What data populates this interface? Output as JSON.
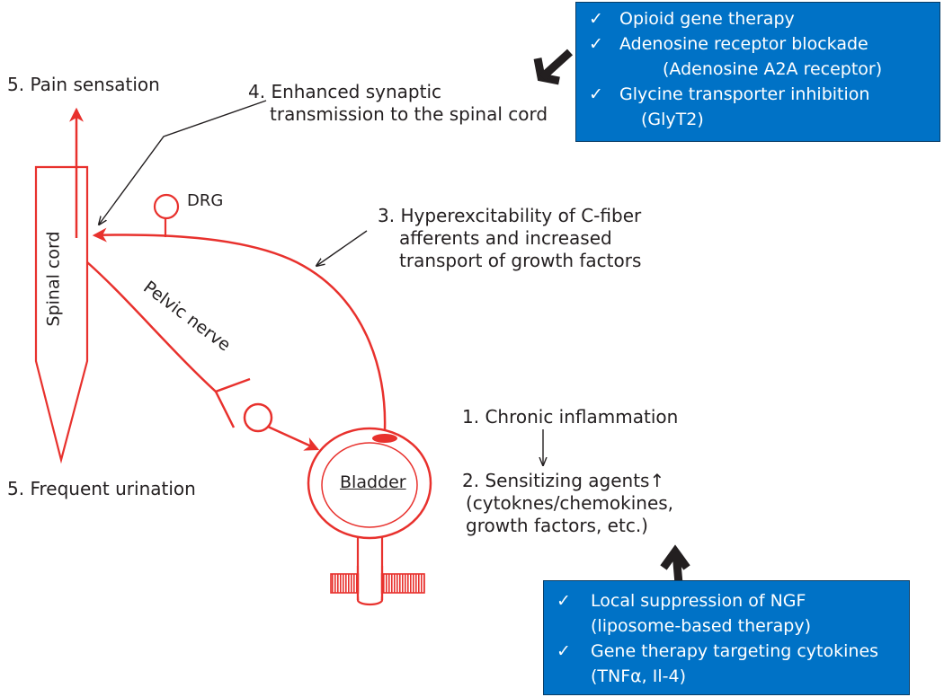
{
  "labels": {
    "pain_sensation": "5. Pain sensation",
    "enhanced_line1": "4. Enhanced synaptic",
    "enhanced_line2": "transmission to the spinal cord",
    "drg": "DRG",
    "hyper_line1": "3. Hyperexcitability of C-fiber",
    "hyper_line2": "afferents and increased",
    "hyper_line3": "transport of growth factors",
    "spinal_cord": "Spinal cord",
    "pelvic_nerve": "Pelvic nerve",
    "chronic_inflammation": "1. Chronic inflammation",
    "sensitizing_line1": "2. Sensitizing agents↑",
    "sensitizing_line2": "(cytoknes/chemokines,",
    "sensitizing_line3": "growth factors, etc.)",
    "bladder": "Bladder",
    "frequent_urination": "5. Frequent urination"
  },
  "top_box": {
    "check": "✓",
    "items": [
      "Opioid gene therapy",
      "Adenosine receptor blockade",
      "(Adenosine A2A receptor)",
      "Glycine transporter inhibition",
      "(GlyT2)"
    ]
  },
  "bottom_box": {
    "check": "✓",
    "items": [
      "Local suppression of NGF",
      "(liposome-based therapy)",
      "Gene therapy targeting cytokines",
      "(TNFα, Il-4)"
    ]
  },
  "colors": {
    "nerve_red": "#e8312d",
    "box_blue": "#0072c6",
    "dark_arrow": "#231f20"
  }
}
